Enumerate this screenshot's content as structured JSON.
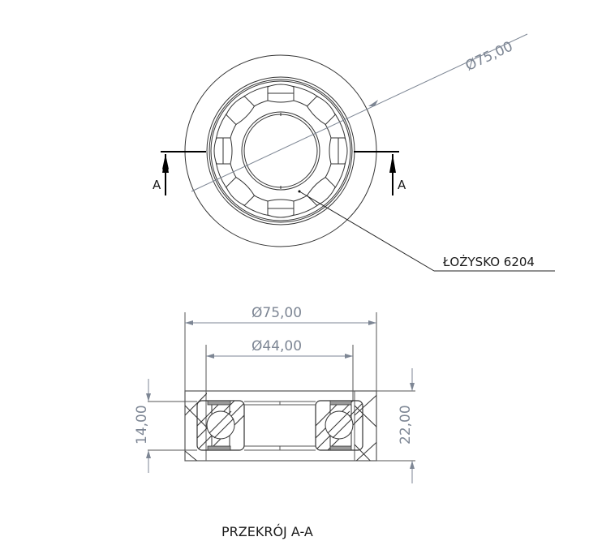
{
  "drawing": {
    "views": {
      "top_view": {
        "section_marker_left": "A",
        "section_marker_right": "A",
        "diameter_dimension": "Ø75,00",
        "leader_label": "ŁOŻYSKO 6204"
      },
      "section_view": {
        "outer_diameter_dimension": "Ø75,00",
        "inner_diameter_dimension": "Ø44,00",
        "bearing_width_dimension": "14,00",
        "total_height_dimension": "22,00",
        "title": "PRZEKRÓJ A-A"
      }
    },
    "colors": {
      "line": "#1a1a1a",
      "dimension": "#7d8694",
      "thin": "#555555",
      "hatch": "#333333",
      "ring_fill": "#9a9a9a"
    }
  }
}
